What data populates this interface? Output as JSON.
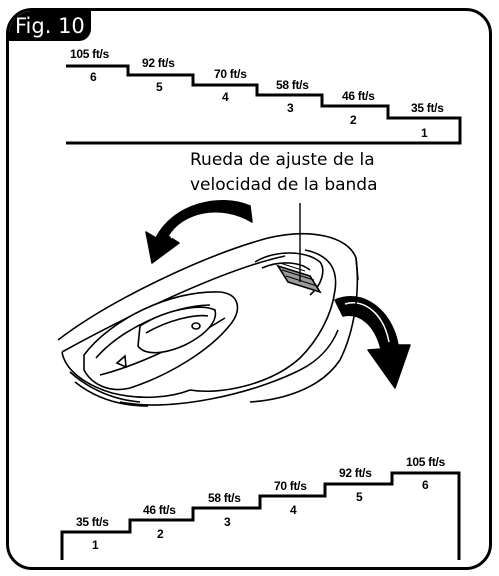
{
  "figure": {
    "label": "Fig. 10",
    "callout_line1": "Rueda de ajuste de la",
    "callout_line2": "velocidad de la banda"
  },
  "top_stairs": {
    "steps": [
      {
        "speed": "105 ft/s",
        "number": "6"
      },
      {
        "speed": "92 ft/s",
        "number": "5"
      },
      {
        "speed": "70 ft/s",
        "number": "4"
      },
      {
        "speed": "58 ft/s",
        "number": "3"
      },
      {
        "speed": "46 ft/s",
        "number": "2"
      },
      {
        "speed": "35 ft/s",
        "number": "1"
      }
    ]
  },
  "bottom_stairs": {
    "steps": [
      {
        "speed": "35 ft/s",
        "number": "1"
      },
      {
        "speed": "46 ft/s",
        "number": "2"
      },
      {
        "speed": "58 ft/s",
        "number": "3"
      },
      {
        "speed": "70 ft/s",
        "number": "4"
      },
      {
        "speed": "92 ft/s",
        "number": "5"
      },
      {
        "speed": "105 ft/s",
        "number": "6"
      }
    ]
  },
  "colors": {
    "ink": "#000000",
    "paper": "#ffffff",
    "wheel_gray": "#9a9a9a"
  }
}
